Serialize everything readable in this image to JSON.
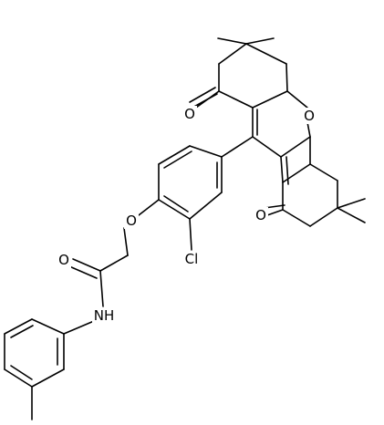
{
  "labels": {
    "o_ether_ring": "O",
    "o_ketone_top": "O",
    "o_ketone_bottom": "O",
    "o_aryl_ether": "O",
    "o_amide": "O",
    "chlorine": "Cl",
    "amide_nitrogen": "NH"
  },
  "colors": {
    "bond": "#000000",
    "text": "#000000",
    "background": "#ffffff"
  }
}
